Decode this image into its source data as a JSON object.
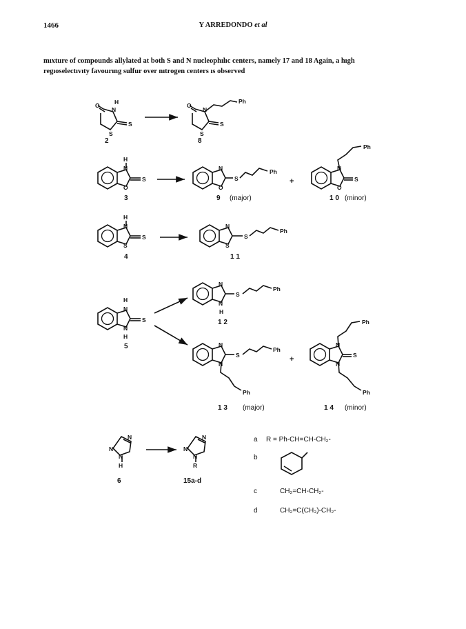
{
  "header": {
    "page_number": "1466",
    "running_head_author": "Y ARREDONDO",
    "running_head_suffix": "et al"
  },
  "body": {
    "line1_a": "mıxture of compounds allylated at both S and N nucleophılıc centers, namely ",
    "cmp17": "17",
    "line1_and": " and ",
    "cmp18": "18",
    "line1_b": " Again, a hıgh",
    "line2": "regıoselectıvıty favourıng sulfur over nıtrogen centers ıs observed"
  },
  "scheme": {
    "compound_labels": {
      "c2": "2",
      "c8": "8",
      "c3": "3",
      "c9": "9",
      "c9_note": "(major)",
      "c10": "1 0",
      "c10_note": "(minor)",
      "c4": "4",
      "c11": "1 1",
      "c5": "5",
      "c12": "1 2",
      "c13": "1 3",
      "c13_note": "(major)",
      "c14": "1 4",
      "c14_note": "(minor)",
      "c6": "6",
      "c15": "15a-d"
    },
    "atoms": {
      "O": "O",
      "N": "N",
      "S": "S",
      "H": "H",
      "Ph": "Ph",
      "R": "R",
      "plus": "+"
    }
  },
  "legend": {
    "a_letter": "a",
    "a_text": "R = Ph-CH=CH-CH₂-",
    "b_letter": "b",
    "c_letter": "c",
    "c_text": "CH₂=CH-CH₂-",
    "d_letter": "d",
    "d_text": "CH₂=C(CH₃)-CH₂-"
  }
}
